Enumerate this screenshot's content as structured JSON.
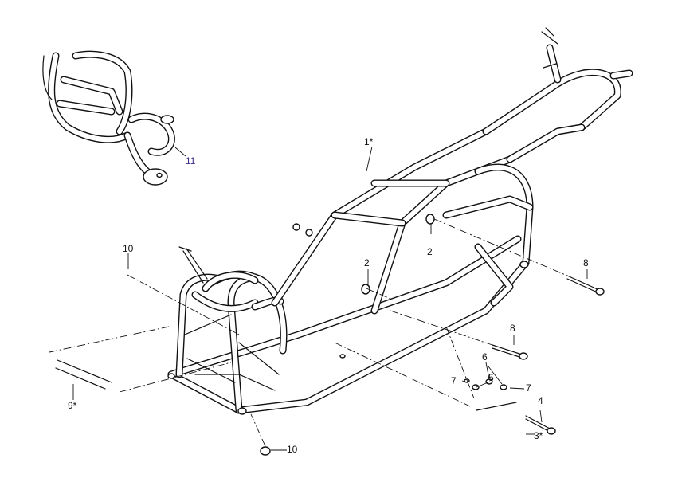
{
  "callouts": [
    {
      "id": "c-1",
      "text": "1*"
    },
    {
      "id": "c-2a",
      "text": "2"
    },
    {
      "id": "c-2b",
      "text": "2"
    },
    {
      "id": "c-3",
      "text": "3*"
    },
    {
      "id": "c-4",
      "text": "4"
    },
    {
      "id": "c-5",
      "text": "5"
    },
    {
      "id": "c-6",
      "text": "6"
    },
    {
      "id": "c-7a",
      "text": "7"
    },
    {
      "id": "c-7b",
      "text": "7"
    },
    {
      "id": "c-8a",
      "text": "8"
    },
    {
      "id": "c-8b",
      "text": "8"
    },
    {
      "id": "c-9",
      "text": "9*"
    },
    {
      "id": "c-10a",
      "text": "10"
    },
    {
      "id": "c-10b",
      "text": "10"
    },
    {
      "id": "c-11",
      "text": "11"
    }
  ],
  "colors": {
    "line": "#111111",
    "background": "#ffffff",
    "callout_11": "#3a2a8a"
  }
}
